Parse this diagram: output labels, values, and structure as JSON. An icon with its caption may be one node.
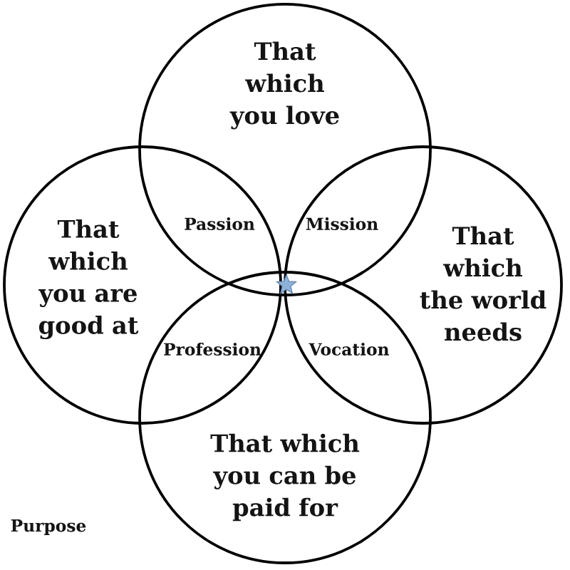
{
  "diagram": {
    "nodes": [
      {
        "text": [
          "That which you love"
        ]
      },
      {
        "text": [
          "That which you are good at"
        ]
      },
      {
        "text": [
          "That which the world needs"
        ]
      },
      {
        "text": [
          "That which you can be paid for"
        ]
      }
    ],
    "labels": [
      "Passion",
      "Mission",
      "Profession",
      "Vocation",
      "Purpose"
    ]
  }
}
